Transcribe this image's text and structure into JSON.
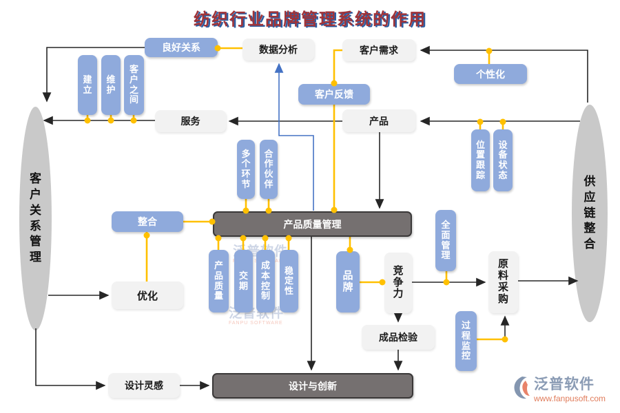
{
  "title": "纺织行业品牌管理系统的作用",
  "ellipses": {
    "left": "客户关系管理",
    "right": "供应链整合"
  },
  "nodes": {
    "good_relation": "良好关系",
    "data_analysis": "数据分析",
    "customer_demand": "客户需求",
    "personalization": "个性化",
    "establish": "建立",
    "maintain": "维护",
    "between_customers": "客户之间",
    "service": "服务",
    "customer_feedback": "客户反馈",
    "product": "产品",
    "location_tracking": "位置跟踪",
    "device_status": "设备状态",
    "multiple_links": "多个环节",
    "partners": "合作伙伴",
    "integration": "整合",
    "product_quality_mgmt": "产品质量管理",
    "optimization": "优化",
    "product_quality": "产品质量",
    "delivery_time": "交期",
    "cost_control": "成本控制",
    "stability": "稳定性",
    "brand": "品牌",
    "competitiveness": "竞争力",
    "overall_mgmt": "全面管理",
    "raw_material_purchase": "原料采购",
    "process_monitoring": "过程监控",
    "finished_inspection": "成品检验",
    "design_inspiration": "设计灵感",
    "design_innovation": "设计与创新"
  },
  "watermark": {
    "brand": "泛普软件",
    "sub": "FANPU SOFTWARE",
    "url": "www.fanpusoft.com"
  },
  "colors": {
    "node_blue": "#8FAADC",
    "node_gray": "#F2F2F2",
    "bar_dark": "#757070",
    "ellipse_gray": "#C9C9C9",
    "connector_yellow": "#FFC000",
    "line_black": "#262626",
    "line_blue": "#4472C4",
    "title_red": "#A03338",
    "title_shadow_blue": "#2E5FA3",
    "logo_text": "#8A9BB4",
    "logo_url": "#E07B5A"
  }
}
